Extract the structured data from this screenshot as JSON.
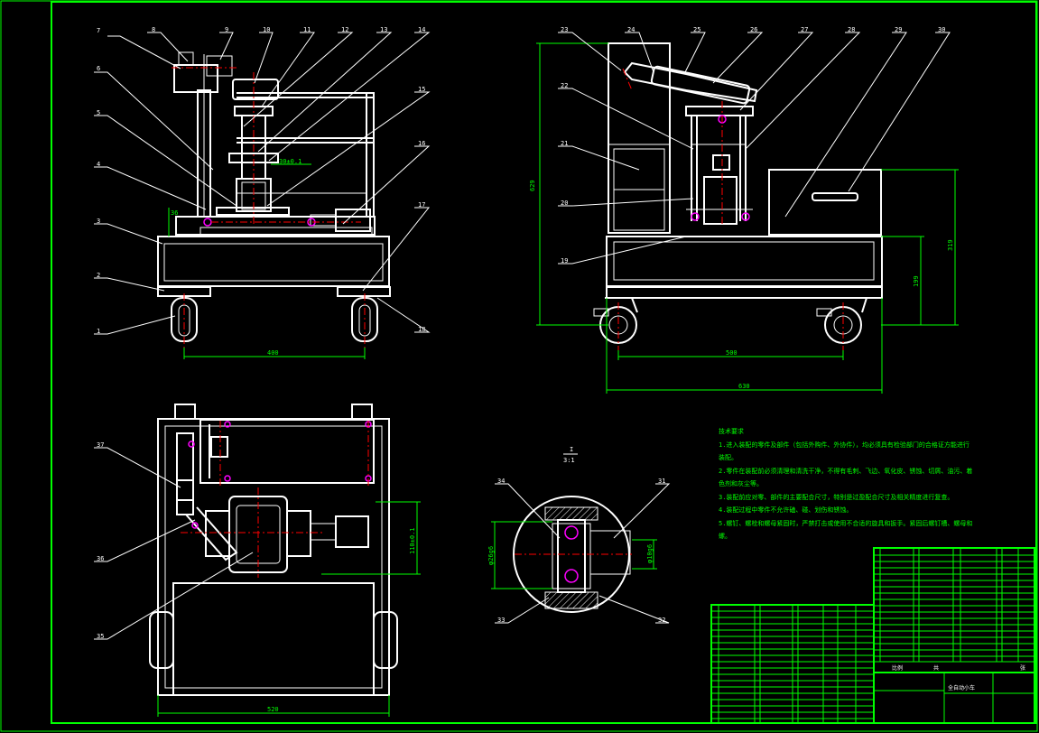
{
  "colors": {
    "background": "#000000",
    "frame": "#00ff00",
    "geometry": "#ffffff",
    "center_line": "#ff0000",
    "accent": "#ff00ff"
  },
  "part_numbers": [
    "1",
    "2",
    "3",
    "4",
    "5",
    "6",
    "7",
    "8",
    "9",
    "10",
    "11",
    "12",
    "13",
    "14",
    "15",
    "16",
    "17",
    "18",
    "19",
    "20",
    "21",
    "22",
    "23",
    "24",
    "25",
    "26",
    "27",
    "28",
    "29",
    "30",
    "31",
    "32",
    "33",
    "34",
    "35",
    "36",
    "37"
  ],
  "dimensions": {
    "front_height_small": "36",
    "front_tolerance": "30±0.1",
    "front_width": "400",
    "side_height_total": "629",
    "side_height_deck": "319",
    "side_height_base": "199",
    "side_wheelbase": "500",
    "side_length": "630",
    "top_tolerance": "110±0.1",
    "top_width": "520",
    "detail_outer": "φ26g6",
    "detail_inner": "φ10g6"
  },
  "detail_scale": {
    "label": "I",
    "scale": "3:1"
  },
  "tech_notes": {
    "title": "技术要求",
    "lines": [
      "1.进入装配的零件及部件（包括外购件、外协件），均必须具有检验部门的合格证方能进行",
      "装配。",
      "2.零件在装配前必须清理和清洗干净，不得有毛刺、飞边、氧化皮、锈蚀、切屑、油污、着",
      "色剂和灰尘等。",
      "3.装配前应对零、部件的主要配合尺寸，特别是过盈配合尺寸及相关精度进行复查。",
      "4.装配过程中零件不允许磕、碰、划伤和锈蚀。",
      "5.螺钉、螺栓和螺母紧固时，严禁打击或使用不合适的旋具和扳手。紧固后螺钉槽、螺母和",
      "螺。"
    ]
  },
  "title_block": {
    "drawing_name": "全自动小车",
    "scale": "比例",
    "sheet": "共",
    "mark": "张"
  }
}
